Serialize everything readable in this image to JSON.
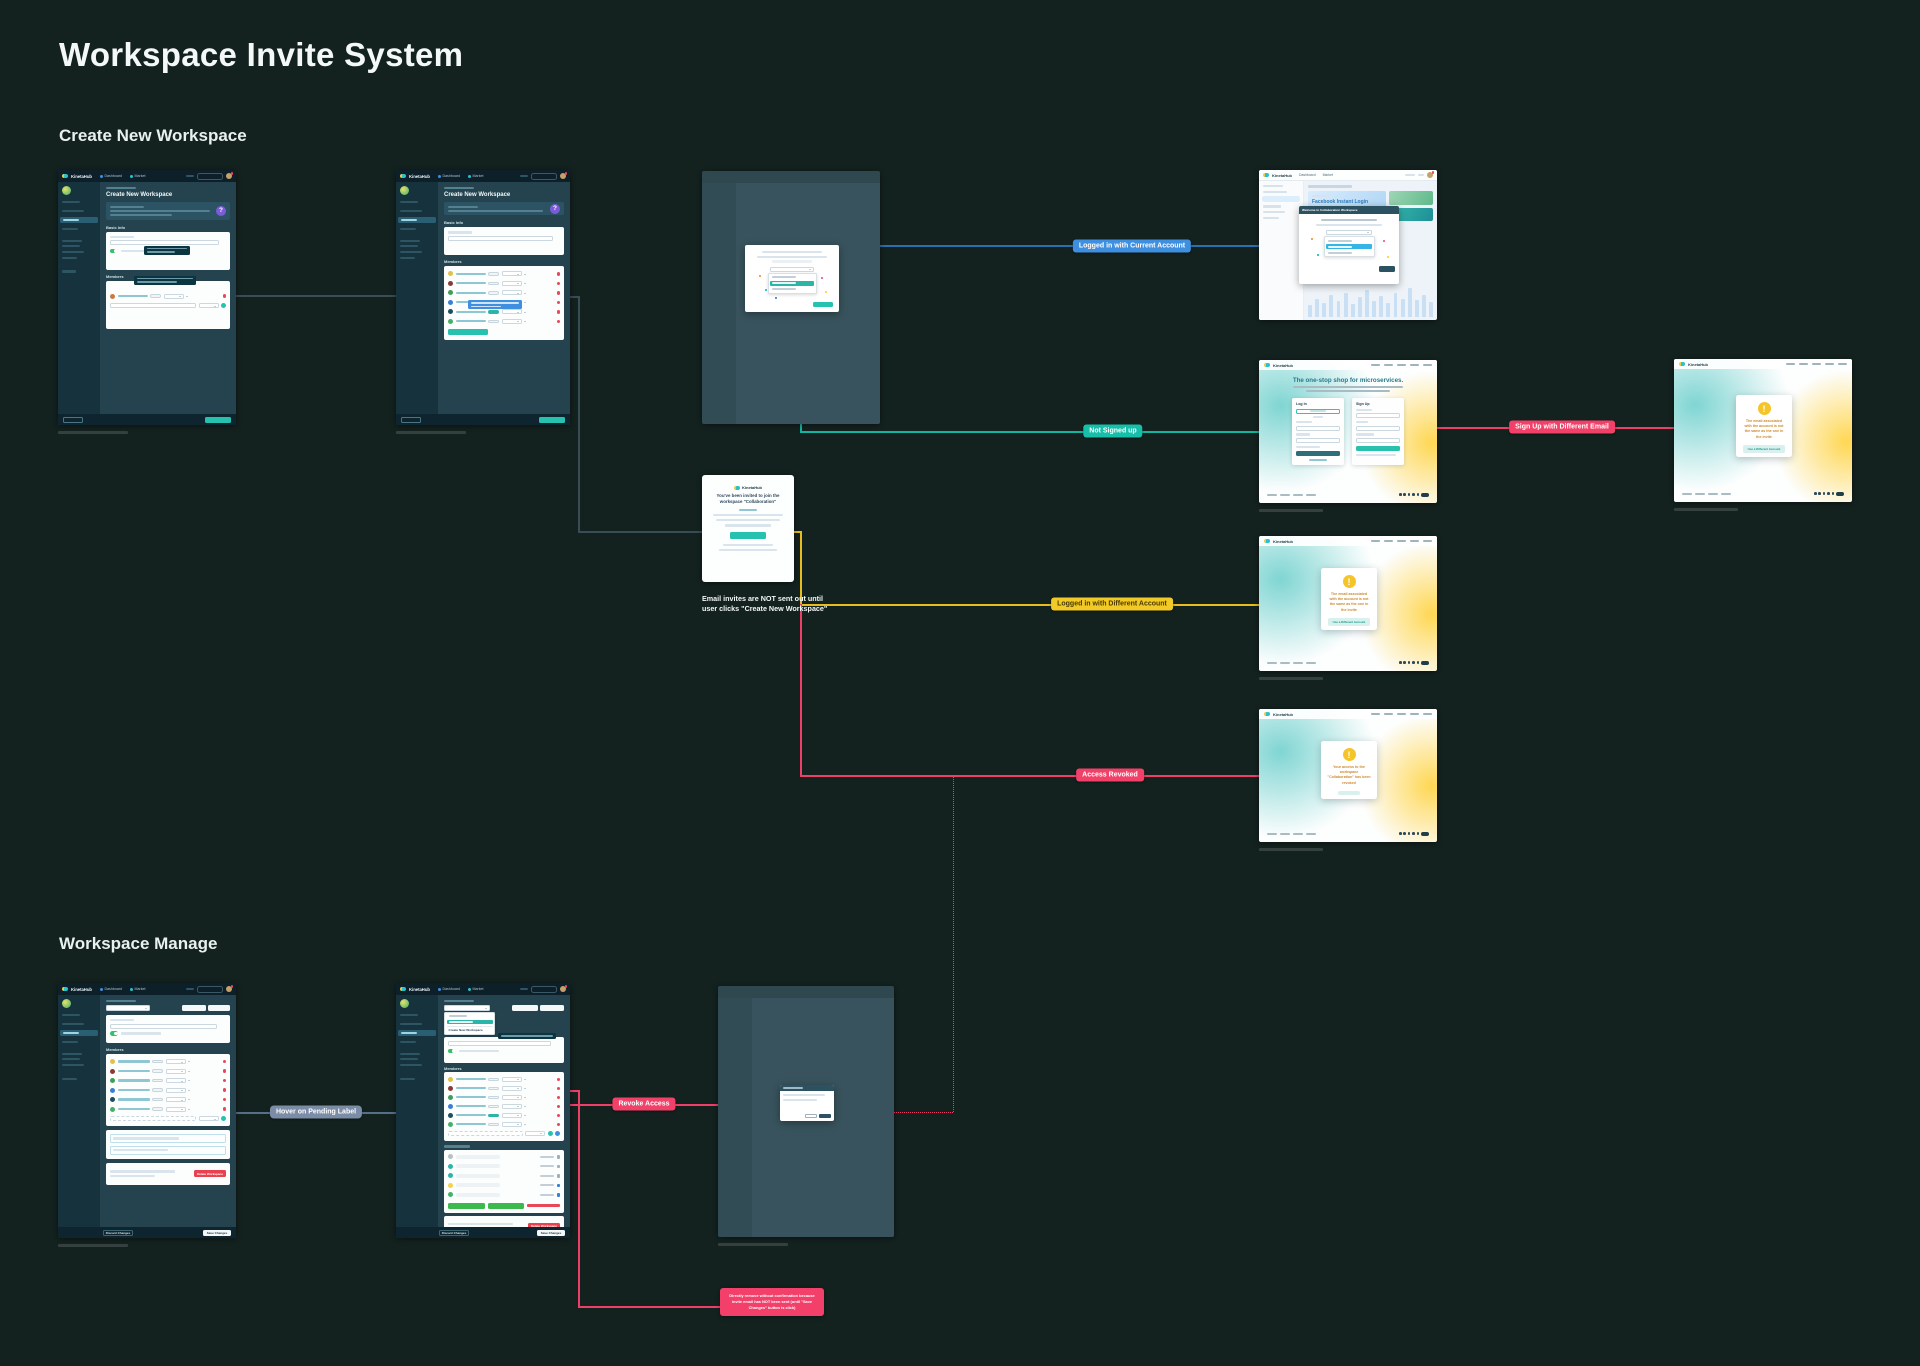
{
  "title": "Workspace Invite System",
  "sections": {
    "create": "Create New Workspace",
    "manage": "Workspace Manage"
  },
  "flow_labels": {
    "current_account": {
      "text": "Logged in with Current Account",
      "color": "#3F8FE0"
    },
    "not_signed_up": {
      "text": "Not Signed up",
      "color": "#16BFA9"
    },
    "different_account": {
      "text": "Logged in with Different Account",
      "color": "#F2CA27"
    },
    "access_revoked": {
      "text": "Access Revoked",
      "color": "#F24169"
    },
    "signup_different_email": {
      "text": "Sign Up with Different Email",
      "color": "#F24169"
    },
    "hover_pending": {
      "text": "Hover on Pending Label",
      "color": "#7B8CA6"
    },
    "revoke_access": {
      "text": "Revoke Access",
      "color": "#F24169"
    }
  },
  "notes": {
    "email_invites": "Email invites are NOT sent out until user clicks \"Create New Workspace\"",
    "direct_remove": "Directly remove without confirmation because invite email has NOT been sent (until \"Save Changes\" button is click)"
  },
  "app": {
    "brand": "KinetaHub",
    "nav": [
      "Dashboard",
      "Market"
    ],
    "create_heading": "Create New Workspace",
    "basic_info": "Basic Info",
    "members": "Members"
  },
  "email_card": {
    "brand": "KinetaHub",
    "heading": "You've been invited to join the workspace \"Collaboration\""
  },
  "landing": {
    "brand": "KinetaHub",
    "heading": "The one-stop shop for microservices.",
    "login_title": "Log In",
    "signup_title": "Sign Up"
  },
  "dashboard": {
    "banner": "Facebook Instant Login",
    "welcome_title": "Welcome to Collaboration Workspace"
  },
  "modals": {
    "email_mismatch": "The email associated with the account is not the same as the one in the invite",
    "use_different_account": "Use a Different Account",
    "access_revoked": "Your access to the workspace \"Collaboration\" has been revoked"
  },
  "manage": {
    "create_new_workspace": "Create New Workspace",
    "delete_workspace": "Delete Workspace",
    "discard": "Discard Changes",
    "save": "Save Changes"
  }
}
